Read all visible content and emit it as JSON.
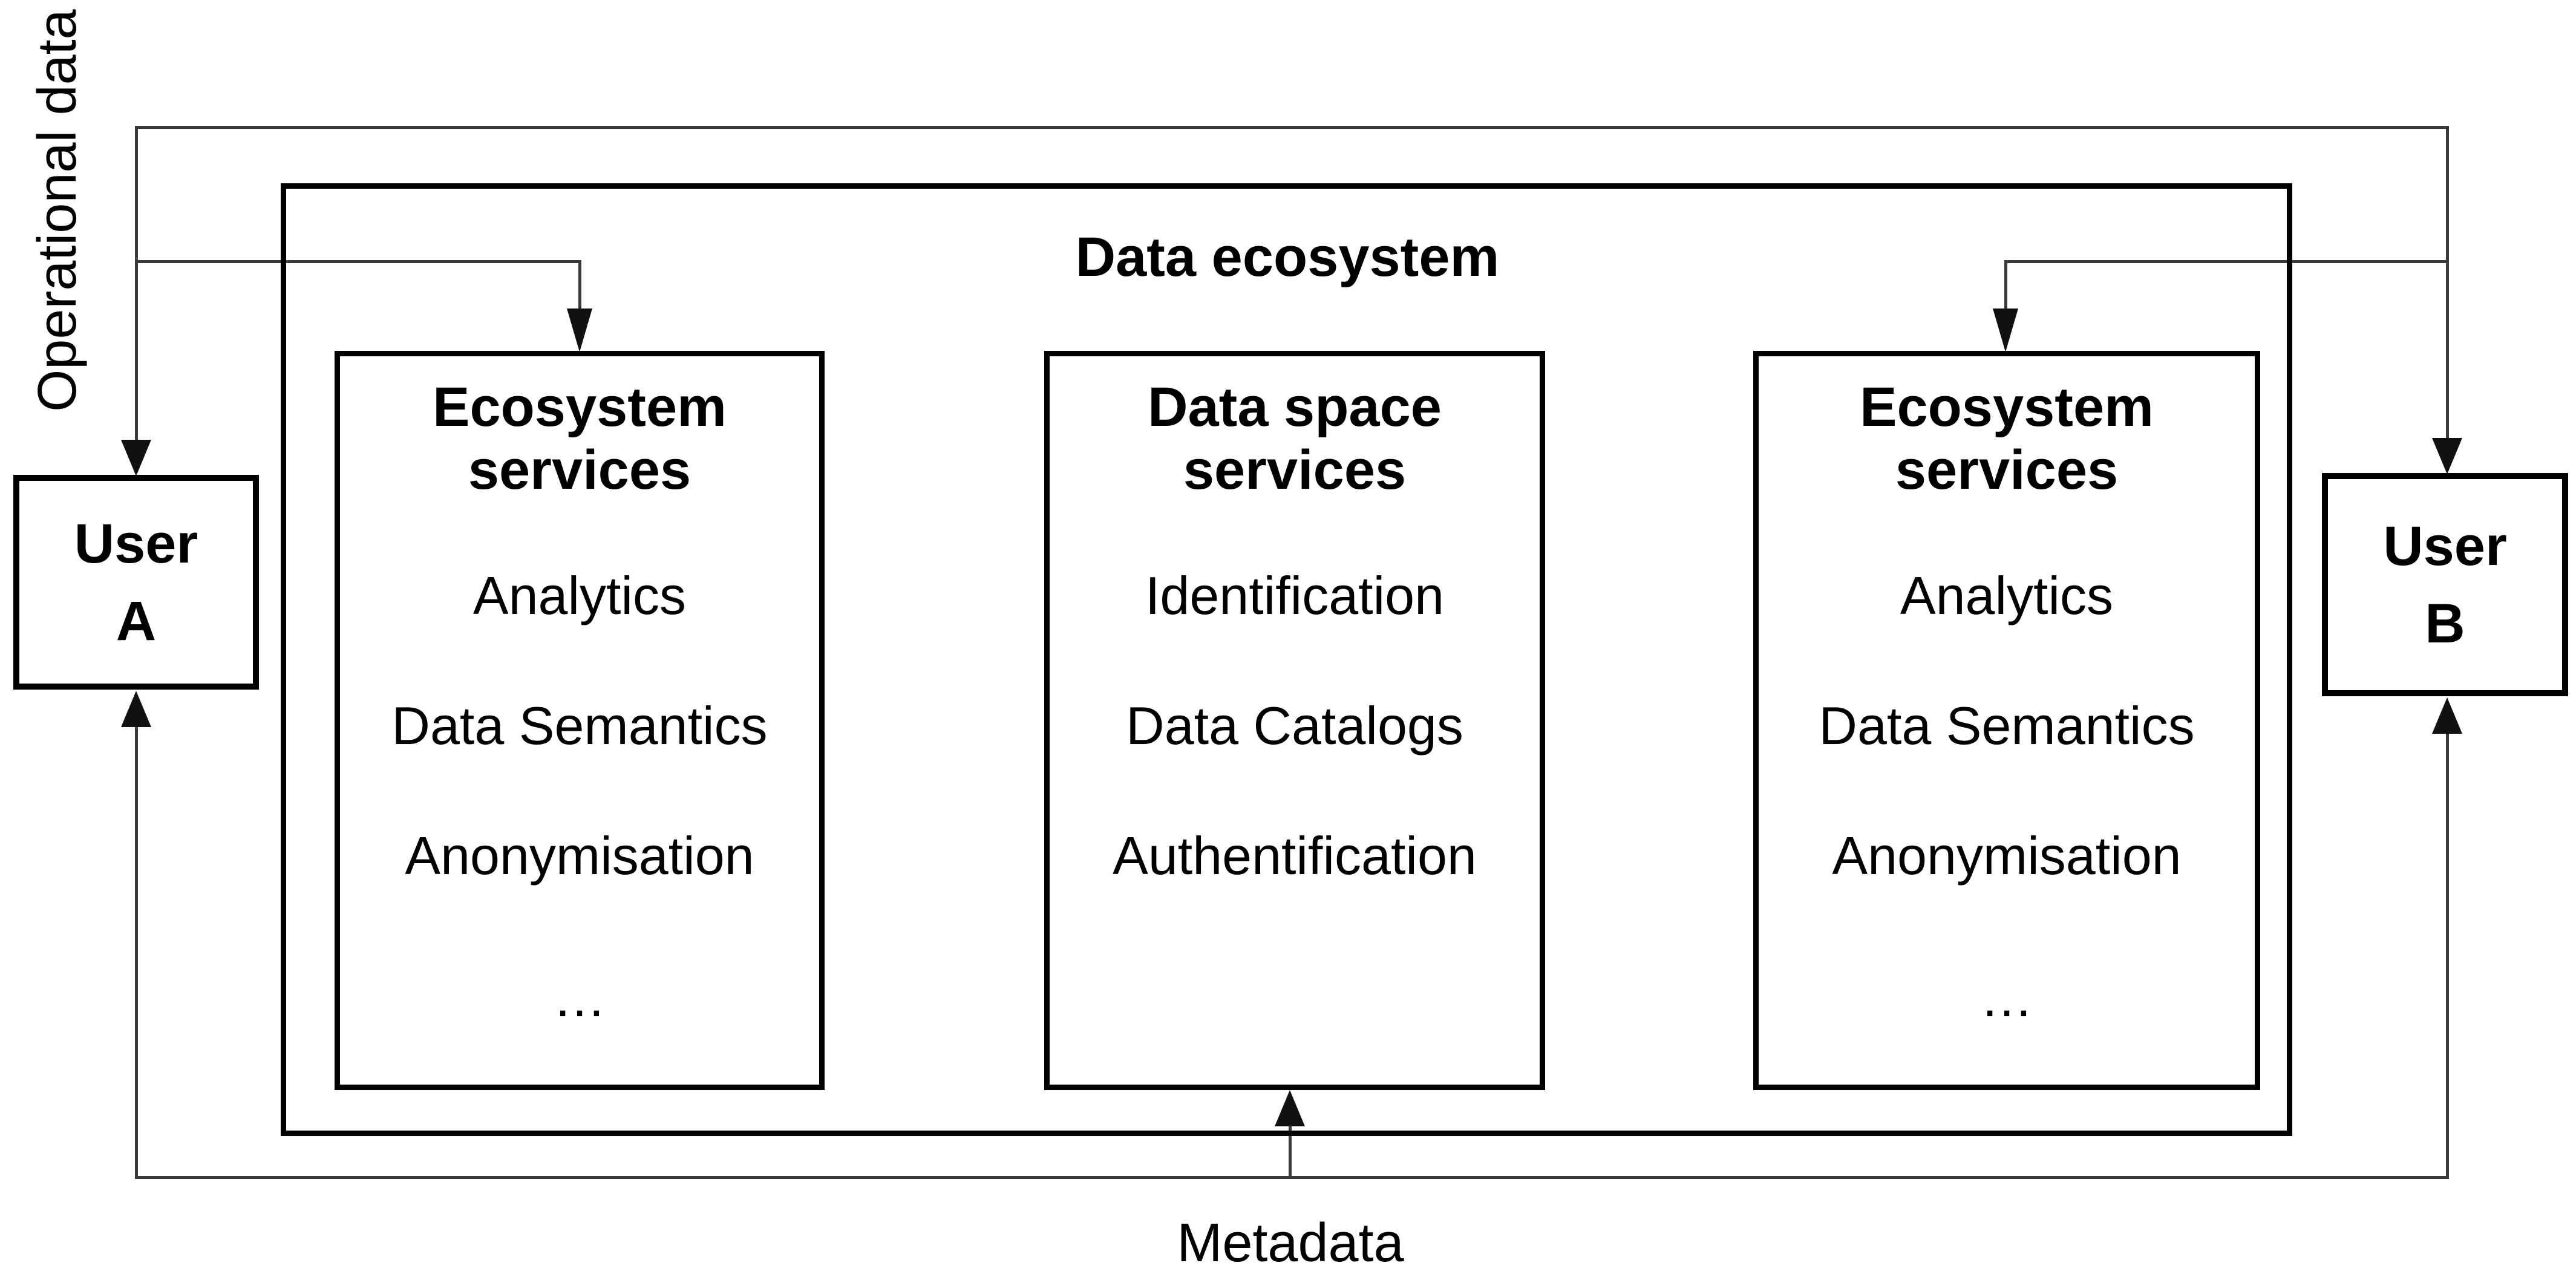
{
  "diagram": {
    "side_label": "Operational data",
    "ecosystem_title": "Data ecosystem",
    "boxes": {
      "left_ecosystem_services": {
        "title_line1": "Ecosystem",
        "title_line2": "services",
        "items": [
          "Analytics",
          "Data Semantics",
          "Anonymisation",
          "…"
        ]
      },
      "data_space_services": {
        "title_line1": "Data space",
        "title_line2": "services",
        "items": [
          "Identification",
          "Data Catalogs",
          "Authentification"
        ]
      },
      "right_ecosystem_services": {
        "title_line1": "Ecosystem",
        "title_line2": "services",
        "items": [
          "Analytics",
          "Data Semantics",
          "Anonymisation",
          "…"
        ]
      }
    },
    "user_a": {
      "line1": "User",
      "line2": "A"
    },
    "user_b": {
      "line1": "User",
      "line2": "B"
    },
    "metadata_label": "Metadata",
    "colors": {
      "background": "#ffffff",
      "box_border": "#000000",
      "connector": "#3a3a3a",
      "arrow": "#111111",
      "text": "#000000"
    }
  }
}
